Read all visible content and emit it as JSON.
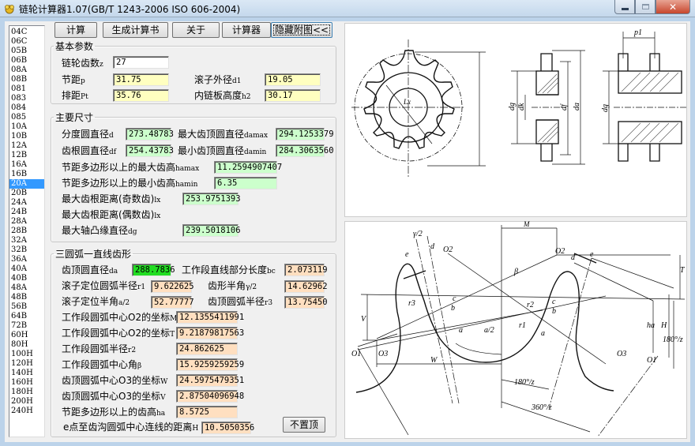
{
  "window": {
    "title": "链轮计算器1.07(GB/T 1243-2006  ISO 606-2004)",
    "controls": [
      "minimize",
      "maximize",
      "close"
    ],
    "close_glyph": "✕"
  },
  "toolbar": {
    "calc": "计算",
    "generate_report": "生成计算书",
    "about": "关于",
    "calculator": "计算器",
    "hide_figure": "隐藏附图<<"
  },
  "chain_list": {
    "selected": "20A",
    "items": [
      "04C",
      "06C",
      "05B",
      "06B",
      "08A",
      "08B",
      "081",
      "083",
      "084",
      "085",
      "10A",
      "10B",
      "12A",
      "12B",
      "16A",
      "16B",
      "20A",
      "20B",
      "24A",
      "24B",
      "28A",
      "28B",
      "32A",
      "32B",
      "36A",
      "40A",
      "40B",
      "48A",
      "48B",
      "56B",
      "64B",
      "72B",
      "60H",
      "80H",
      "100H",
      "120H",
      "140H",
      "160H",
      "180H",
      "200H",
      "240H"
    ]
  },
  "basic": {
    "legend": "基本参数",
    "teeth_label": "链轮齿数",
    "teeth_sym": "z",
    "teeth": "27",
    "pitch_label": "节距",
    "pitch_sym": "p",
    "pitch": "31.75",
    "roller_label": "滚子外径",
    "roller_sym": "d1",
    "roller": "19.05",
    "row_label": "排距",
    "row_sym": "Pt",
    "row": "35.76",
    "plate_label": "内链板高度",
    "plate_sym": "h2",
    "plate": "30.17"
  },
  "main": {
    "legend": "主要尺寸",
    "d_label": "分度圆直径",
    "d_sym": "d",
    "d": "273.48783",
    "damax_label": "最大齿顶圆直径",
    "damax_sym": "damax",
    "damax": "294.1253379",
    "df_label": "齿根圆直径",
    "df_sym": "df",
    "df": "254.43783",
    "damin_label": "最小齿顶圆直径",
    "damin_sym": "damin",
    "damin": "284.3063560",
    "hamax_label": "节距多边形以上的最大齿高",
    "hamax_sym": "hamax",
    "hamax": "11.2594907407",
    "hamin_label": "节距多边形以上的最小齿高",
    "hamin_sym": "hamin",
    "hamin": "6.35",
    "lx_odd_label": "最大齿根距离(奇数齿)",
    "lx_odd_sym": "lx",
    "lx_odd": "253.9751393",
    "lx_even_label": "最大齿根距离(偶数齿)",
    "lx_even_sym": "lx",
    "dg_label": "最大轴凸缘直径",
    "dg_sym": "dg",
    "dg": "239.5018106"
  },
  "profile": {
    "legend": "三圆弧一直线齿形",
    "da_label": "齿顶圆直径",
    "da_sym": "da",
    "da": "288.7836",
    "bc_label": "工作段直线部分长度",
    "bc_sym": "bc",
    "bc": "2.073119",
    "r1_label": "滚子定位圆弧半径",
    "r1_sym": "r1",
    "r1": "9.622625",
    "gamma_label": "齿形半角",
    "gamma_sym": "γ/2",
    "gamma": "14.62962",
    "alpha_label": "滚子定位半角",
    "alpha_sym": "a/2",
    "alpha": "52.77777",
    "r3_label": "齿顶圆弧半径",
    "r3_sym": "r3",
    "r3": "13.75450",
    "M_label": "工作段圆弧中心O2的坐标",
    "M_sym": "M",
    "M": "12.1355411991",
    "T_label": "工作段圆弧中心O2的坐标",
    "T_sym": "T",
    "T": "9.21879817563",
    "r2_label": "工作段圆弧半径",
    "r2_sym": "r2",
    "r2": "24.862625",
    "beta_label": "工作段圆弧中心角",
    "beta_sym": "β",
    "beta": "15.9259259259",
    "W_label": "齿顶圆弧中心O3的坐标",
    "W_sym": "W",
    "W": "24.5975479351",
    "V_label": "齿顶圆弧中心O3的坐标",
    "V_sym": "V",
    "V": "2.87504096948",
    "ha_label": "节距多边形以上的齿高",
    "ha_sym": "ha",
    "ha": "8.5725",
    "H_label": "e点至齿沟圆弧中心连线的距离",
    "H_sym": "H",
    "H": "10.5050356",
    "pin_button": "不置顶"
  },
  "figures": {
    "sprocket": {
      "labels": [
        "p1",
        "dg",
        "dk",
        "df",
        "da",
        "dg",
        "Lx"
      ]
    },
    "tooth_profile": {
      "labels": [
        "M",
        "O2",
        "O2",
        "γ/2",
        "e",
        "d",
        "e",
        "d",
        "β",
        "T",
        "V",
        "r3",
        "c",
        "b",
        "c",
        "b",
        "r2",
        "a",
        "a",
        "a/2",
        "r1",
        "ha",
        "H",
        "180°/z",
        "O3",
        "O1",
        "O3",
        "O1",
        "W",
        "180°/z",
        "360°/z"
      ]
    }
  },
  "colors": {
    "readonly_yellow": "#ffffc0",
    "result_green": "#ccffcc",
    "highlight_green": "#22dd22",
    "profile_peach": "#ffdfc0",
    "selection_blue": "#3399ff"
  }
}
